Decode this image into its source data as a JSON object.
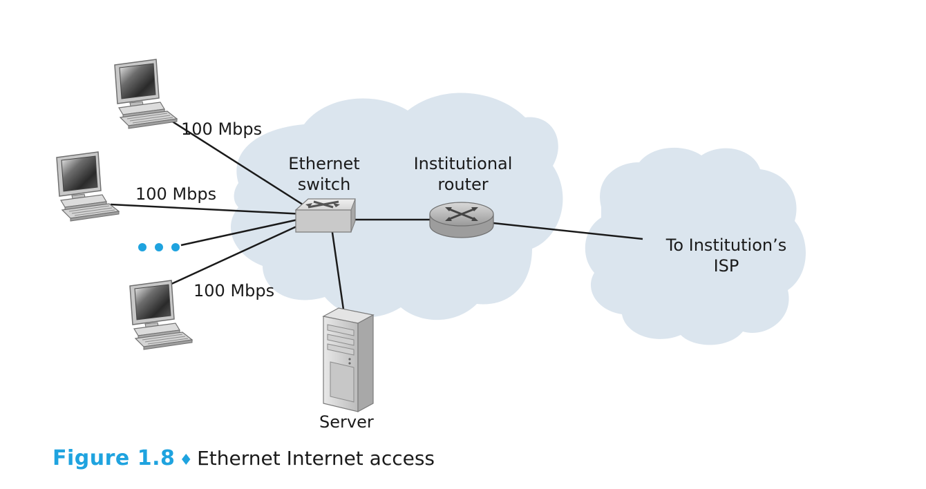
{
  "diagram": {
    "labels": {
      "link_top": "100 Mbps",
      "link_middle": "100 Mbps",
      "link_bottom": "100 Mbps",
      "switch_line1": "Ethernet",
      "switch_line2": "switch",
      "router_line1": "Institutional",
      "router_line2": "router",
      "isp_line1": "To Institution’s",
      "isp_line2": "ISP",
      "server": "Server"
    },
    "ellipsis": "• • •"
  },
  "caption": {
    "figure_number": "Figure 1.8",
    "separator": "♦",
    "title": "Ethernet Internet access"
  },
  "colors": {
    "cloud": "#dbe5ee",
    "accent": "#1fa3df",
    "link": "#1a1a1a"
  }
}
